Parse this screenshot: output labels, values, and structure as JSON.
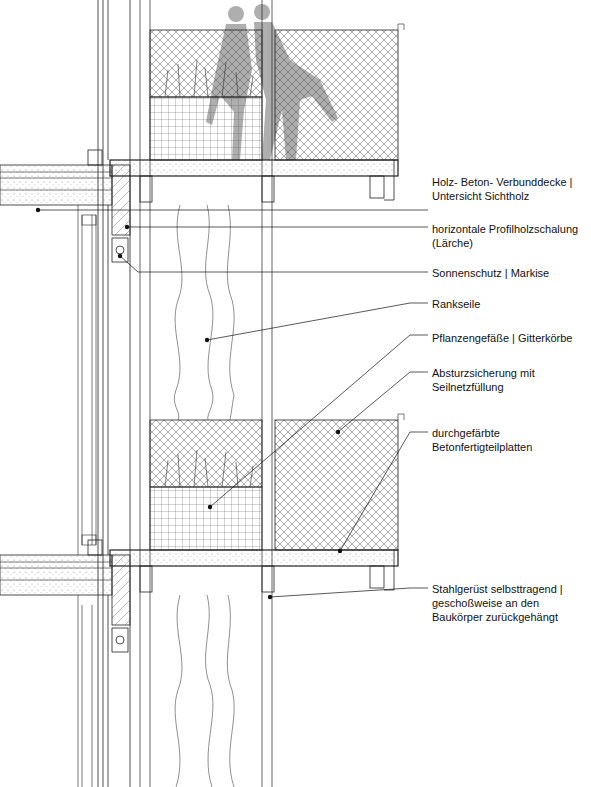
{
  "diagram": {
    "labels": [
      "Holz- Beton- Verbunddecke | Untersicht Sichtholz",
      "horizontale Profilholzschalung (Lärche)",
      "Sonnenschutz | Markise",
      "Rankseile",
      "Pflanzengefäße | Gitterkörbe",
      "Absturzsicherung mit Seilnetzfüllung",
      "durchgefärbte Betonfertigteilplatten",
      "Stahlgerüst selbsttragend | geschoßweise an den Baukörper zurückgehängt"
    ]
  }
}
